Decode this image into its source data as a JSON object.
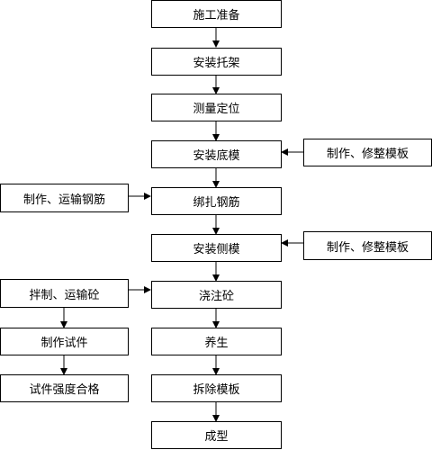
{
  "main_steps": [
    "施工准备",
    "安装托架",
    "测量定位",
    "安装底模",
    "绑扎钢筋",
    "安装侧模",
    "浇注砼",
    "养生",
    "拆除模板",
    "成型"
  ],
  "side_steps": {
    "bottom_formwork_prep": "制作、修整模板",
    "rebar_prep": "制作、运输钢筋",
    "side_formwork_prep": "制作、修整模板",
    "concrete_mix": "拌制、运输砼",
    "test_specimen": "制作试件",
    "strength_check": "试件强度合格"
  },
  "colors": {
    "line": "#000000",
    "box_border": "#000000",
    "background": "#ffffff"
  }
}
